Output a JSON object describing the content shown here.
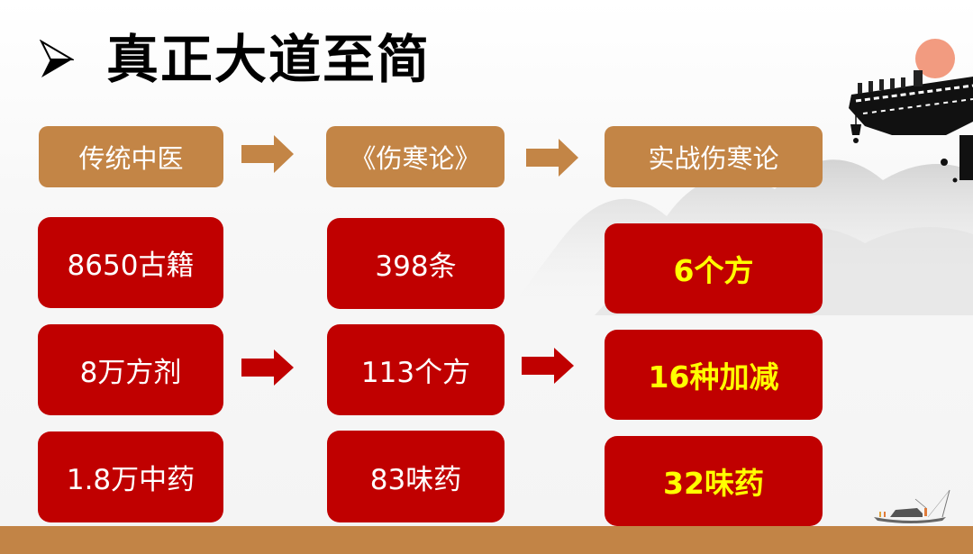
{
  "title": {
    "marker_icon": "arrowhead-bullet-icon",
    "text": "真正大道至简"
  },
  "colors": {
    "header_box": "#c38546",
    "stat_box": "#c00000",
    "highlight_text": "#ffff00",
    "bottom_bar": "#c28446"
  },
  "columns": [
    {
      "header": "传统中医",
      "items": [
        "8650古籍",
        "8万方剂",
        "1.8万中药"
      ]
    },
    {
      "header": "《伤寒论》",
      "items": [
        "398条",
        "113个方",
        "83味药"
      ]
    },
    {
      "header": "实战伤寒论",
      "items": [
        "6个方",
        "16种加减",
        "32味药"
      ]
    }
  ],
  "decorations": {
    "header_arrows": [
      "right-arrow-icon",
      "right-arrow-icon"
    ],
    "row_arrows": [
      "right-arrow-icon",
      "right-arrow-icon"
    ],
    "scenery": [
      "sun",
      "temple-roof-eave",
      "ink-mountains",
      "boat"
    ]
  }
}
